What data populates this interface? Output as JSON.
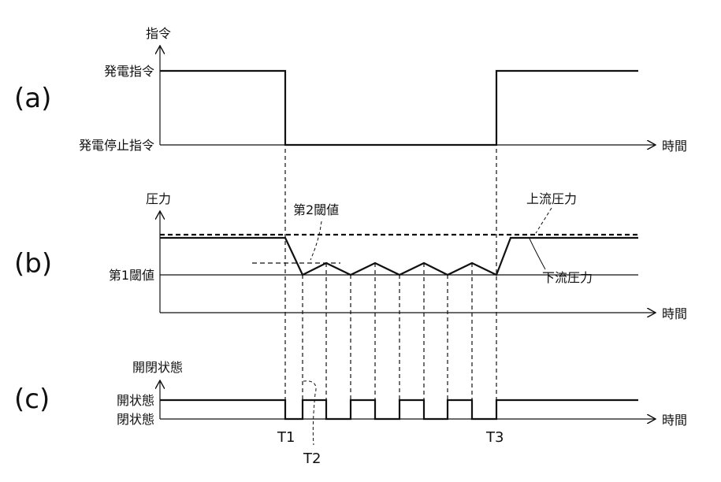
{
  "panel_a": {
    "label": "(a)",
    "y_axis_title": "指令",
    "high_level": "発電指令",
    "low_level": "発電停止指令",
    "x_axis_title": "時間"
  },
  "panel_b": {
    "label": "(b)",
    "y_axis_title": "圧力",
    "second_threshold": "第2閾値",
    "first_threshold": "第1閾値",
    "upstream_pressure": "上流圧力",
    "downstream_pressure": "下流圧力",
    "x_axis_title": "時間"
  },
  "panel_c": {
    "label": "(c)",
    "y_axis_title": "開閉状態",
    "open_state": "開状態",
    "closed_state": "閉状態",
    "x_axis_title": "時間"
  },
  "time_markers": {
    "t1": "T1",
    "t2": "T2",
    "t3": "T3"
  }
}
